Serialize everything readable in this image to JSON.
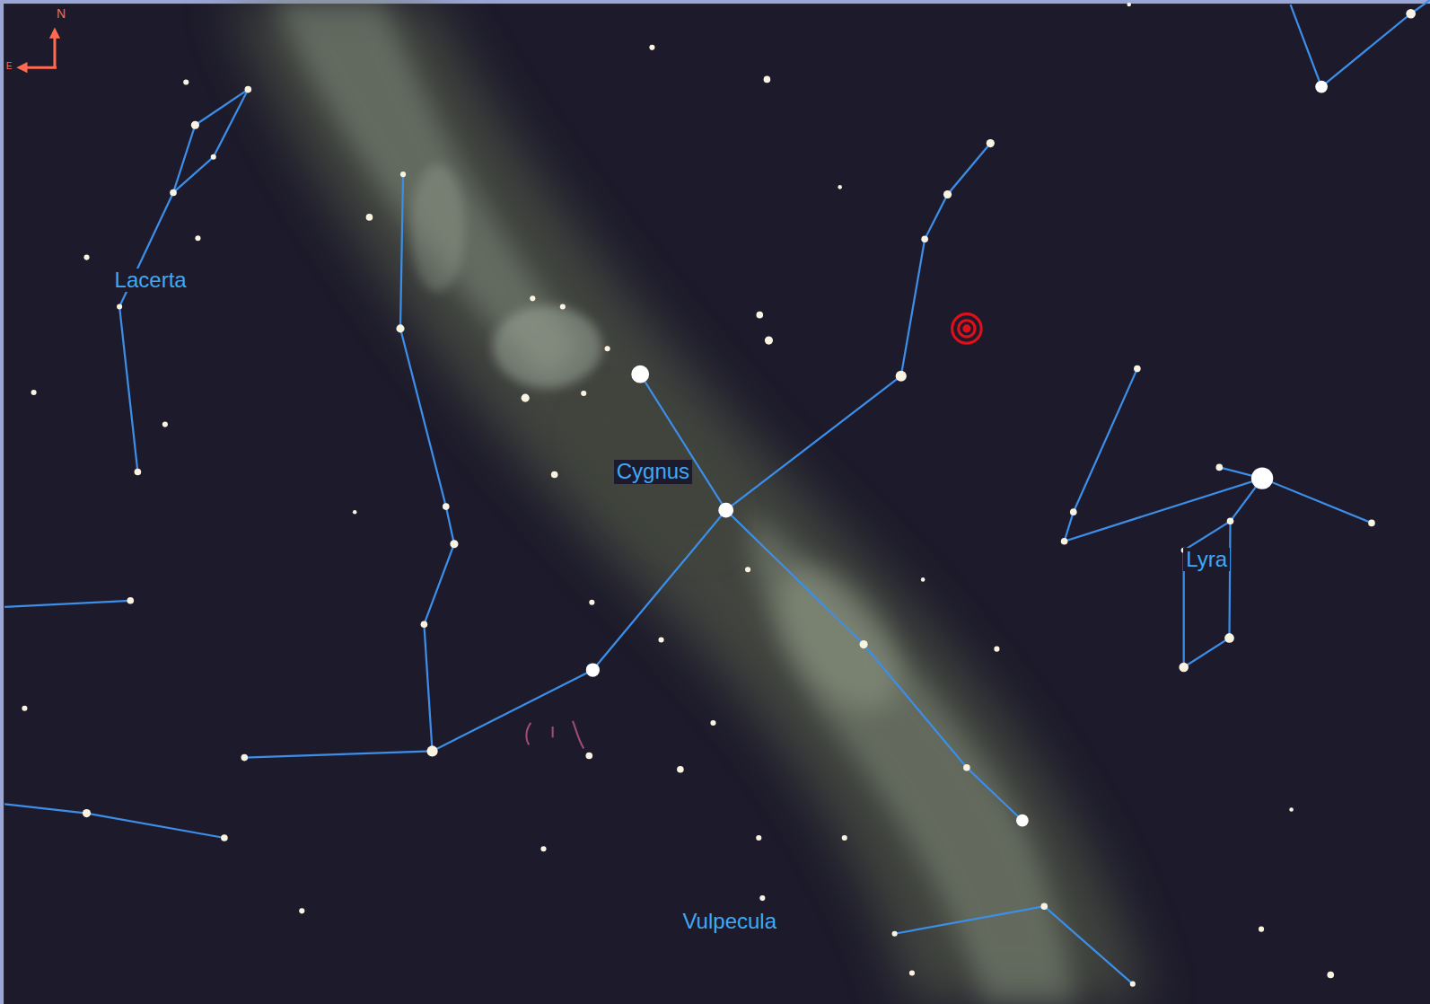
{
  "diagram": {
    "labels": [
      "N",
      "E",
      "Lacerta",
      "Cygnus",
      "Lyra",
      "Vulpecula"
    ]
  }
}
